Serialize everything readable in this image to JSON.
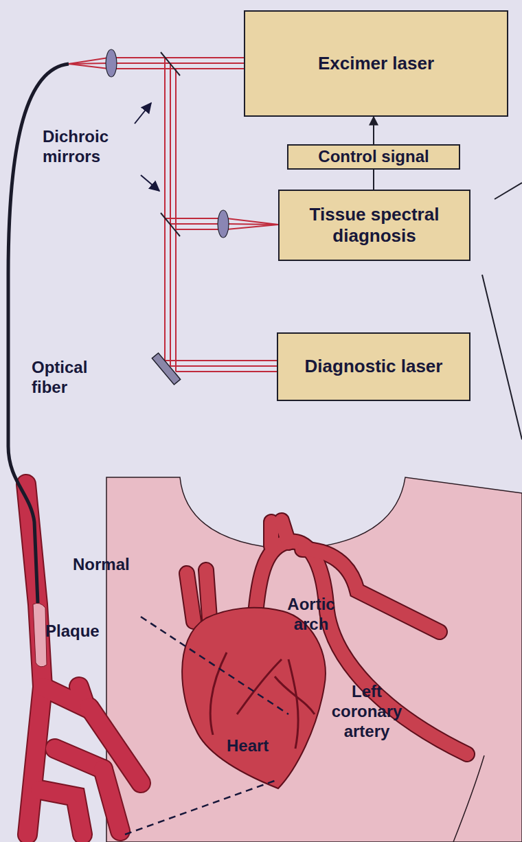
{
  "diagram": {
    "nodes": [
      {
        "text": [
          "Excimer laser"
        ]
      },
      {
        "text": [
          "Control signal"
        ]
      },
      {
        "text": [
          "Tissue spectral diagnosis"
        ]
      },
      {
        "text": [
          "Diagnostic laser"
        ]
      }
    ],
    "edges": [
      {
        "from": 2,
        "to": 1,
        "arrow": "none"
      },
      {
        "from": 1,
        "to": 0,
        "arrow": "to"
      }
    ],
    "labels": [
      "Dichroic mirrors",
      "Optical fiber",
      "Normal",
      "Plaque",
      "Aortic arch",
      "Heart",
      "Left coronary artery"
    ]
  }
}
